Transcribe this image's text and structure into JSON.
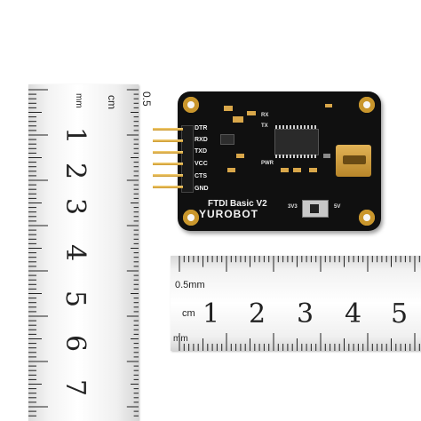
{
  "vertical_ruler": {
    "unit_mm": "mm",
    "unit_cm": "cm",
    "half_mark": "0.5",
    "numbers": [
      "1",
      "2",
      "3",
      "4",
      "5",
      "6",
      "7"
    ]
  },
  "horizontal_ruler": {
    "half_mark": "0.5mm",
    "unit_cm": "cm",
    "unit_mm": "mm",
    "numbers": [
      "1",
      "2",
      "3",
      "4",
      "5"
    ]
  },
  "board": {
    "title": "FTDI Basic V2",
    "brand": "YUROBOT",
    "pin_labels": [
      "DTR",
      "RXD",
      "TXD",
      "VCC",
      "CTS",
      "GND"
    ],
    "silk": {
      "rx": "RX",
      "tx": "TX",
      "pwr": "PWR",
      "v33": "3V3",
      "v5": "5V"
    }
  },
  "colors": {
    "pcb": "#101010",
    "gold": "#e7b64a",
    "ruler": "#f5f5f5"
  }
}
